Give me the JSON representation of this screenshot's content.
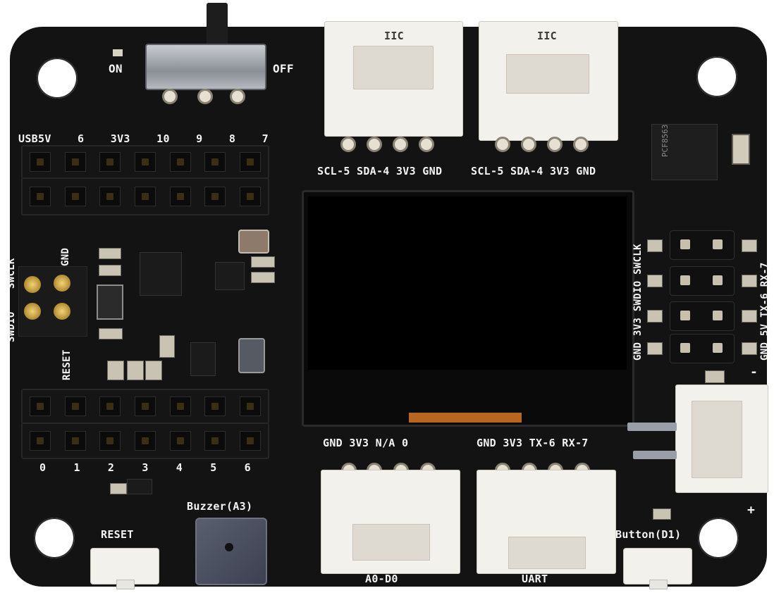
{
  "board": {
    "colors": {
      "pcb": "#131313",
      "silkscreen": "#f4f4f4",
      "connector": "#f3f1ec",
      "background": "#ffffff"
    },
    "switch": {
      "on_label": "ON",
      "off_label": "OFF"
    },
    "top_header_labels": [
      "USB5V",
      "6",
      "3V3",
      "10",
      "9",
      "8",
      "7"
    ],
    "bottom_header_labels": [
      "0",
      "1",
      "2",
      "3",
      "4",
      "5",
      "6"
    ],
    "iic_left": {
      "title": "IIC",
      "pins": "SCL-5 SDA-4 3V3 GND"
    },
    "iic_right": {
      "title": "IIC",
      "pins": "SCL-5 SDA-4 3V3 GND"
    },
    "swd_labels": {
      "gnd": "GND",
      "swclk": "SWCLK",
      "swdio": "SWDIO",
      "reset": "RESET"
    },
    "jumper_labels": {
      "col1": "GND 3V3 SWDIO SWCLK",
      "col2": "GND 5V TX-6 RX-7"
    },
    "a0_connector": {
      "pins": "GND 3V3 N/A 0",
      "title": "A0-D0"
    },
    "uart_connector": {
      "pins": "GND 3V3 TX-6 RX-7",
      "title": "UART"
    },
    "buzzer_label": "Buzzer(A3)",
    "reset_label": "RESET",
    "button_label": "Button(D1)",
    "battery": {
      "minus": "-",
      "plus": "+"
    },
    "chip_marking": "PCF8563"
  }
}
